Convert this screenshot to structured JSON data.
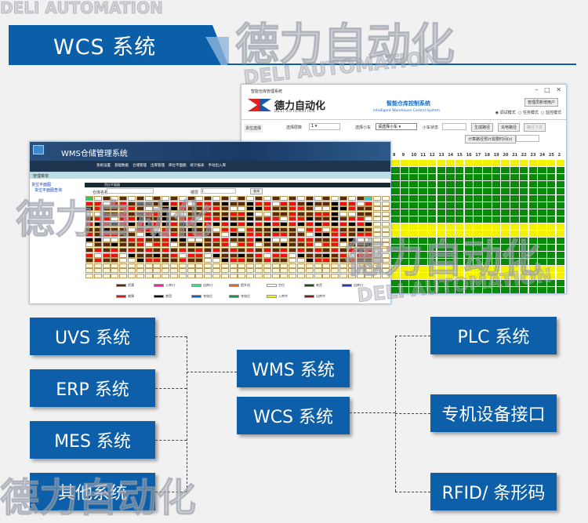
{
  "watermark": {
    "cn": "德力自动化",
    "en": "DELI AUTOMATION"
  },
  "banner": {
    "title": "WCS 系统"
  },
  "wcs_window": {
    "title": "智能仓库管理系统",
    "logo_cn": "德力自动化",
    "logo_en": "DELI AUTOMATION",
    "header_cn": "智能仓库控制系统",
    "header_en": "Intelligent Warehouse Control System",
    "admin_button": "管理员新增用户",
    "modes": [
      "调试模式",
      "任务模式",
      "监控模式"
    ],
    "sidebar_item": "货位选择",
    "layer_label": "选择层数",
    "layer_value": "1",
    "car_label": "选择小车",
    "car_value": "请选择小车",
    "car_status_label": "小车状态",
    "gen_path": "生成路径",
    "charge_path": "充电路径",
    "send_path": "路径下发",
    "calc_time": "计算路径预计需要时间(s)",
    "columns": [
      "8",
      "9",
      "10",
      "11",
      "12",
      "13",
      "14",
      "15",
      "16",
      "17",
      "18",
      "19",
      "20",
      "21",
      "22",
      "23",
      "24",
      "25",
      "2"
    ],
    "colors": {
      "green": "#0a8a0a",
      "yellow": "#f2f200"
    }
  },
  "wms_window": {
    "title": "WMS仓储管理系统",
    "menu": [
      "系统设置",
      "基础数据",
      "仓储管理",
      "出库管理",
      "库位平面图",
      "统计报表",
      "手动出入库"
    ],
    "breadcrumb": "管理菜单",
    "tree": [
      "货位平面图",
      "货位平面图查询"
    ],
    "panel_title": "货位平面图",
    "warehouse_label": "仓库名称",
    "floor_label": "楼层",
    "floor_value": "1",
    "query_button": "查询",
    "legend": [
      {
        "label": "货满",
        "color": "#5a2a0a"
      },
      {
        "label": "入库口",
        "color": "#ff1aa0"
      },
      {
        "label": "出库口",
        "color": "#22ee88"
      },
      {
        "label": "提升机",
        "color": "#e06a20"
      },
      {
        "label": "空位",
        "color": "#ffffff"
      },
      {
        "label": "有货",
        "color": "#1e4a1e"
      },
      {
        "label": "出库口",
        "color": "#2233cc"
      },
      {
        "label": "故障",
        "color": "#ee1111"
      },
      {
        "label": "禁用",
        "color": "#000000"
      },
      {
        "label": "充电位",
        "color": "#0a66cc"
      },
      {
        "label": "充电位",
        "color": "#0a9a3a"
      },
      {
        "label": "入库中",
        "color": "#f5f500"
      },
      {
        "label": "出库中",
        "color": "#8a1a1a"
      }
    ]
  },
  "left_systems": [
    "UVS 系统",
    "ERP 系统",
    "MES 系统",
    "其他系统"
  ],
  "middle_systems": [
    "WMS 系统",
    "WCS 系统"
  ],
  "right_systems": [
    "PLC 系统",
    "专机设备接口",
    "RFID/ 条形码"
  ],
  "colors": {
    "brand_blue": "#0c5fa8"
  }
}
